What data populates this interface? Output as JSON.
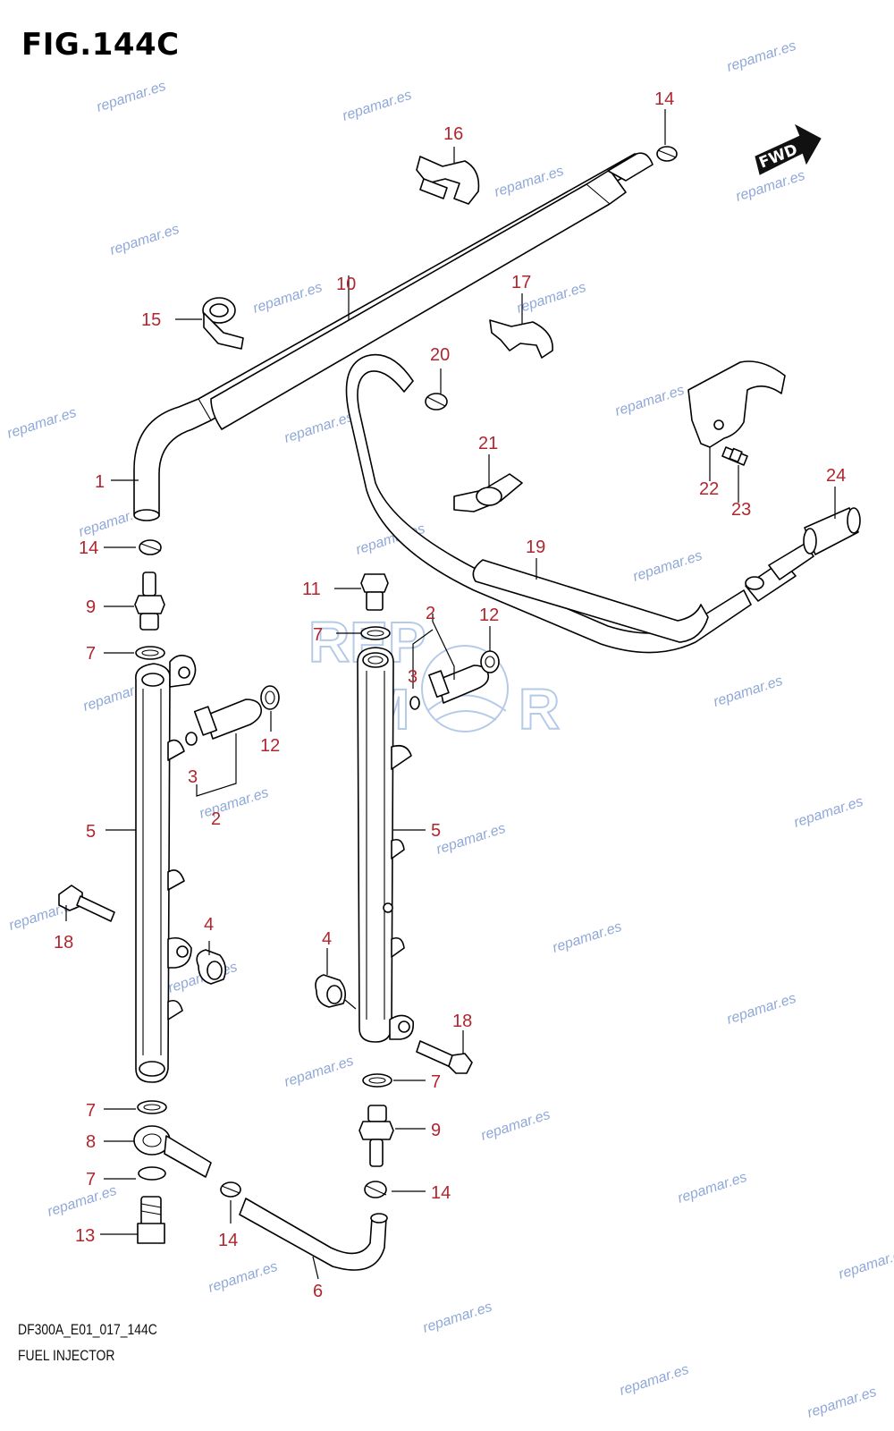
{
  "figure": {
    "title": "FIG.144C",
    "code": "DF300A_E01_017_144C",
    "name": "FUEL INJECTOR"
  },
  "watermark": {
    "text": "repamar.es",
    "logo_letters": "REPMAR",
    "color": "#7d9ad1"
  },
  "fwd_badge": "FWD",
  "labels": {
    "l1": "1",
    "l2a": "2",
    "l2b": "2",
    "l3a": "3",
    "l3b": "3",
    "l4a": "4",
    "l4b": "4",
    "l5a": "5",
    "l5b": "5",
    "l6": "6",
    "l7a": "7",
    "l7b": "7",
    "l7c": "7",
    "l7d": "7",
    "l7e": "7",
    "l8": "8",
    "l9a": "9",
    "l9b": "9",
    "l10": "10",
    "l11": "11",
    "l12a": "12",
    "l12b": "12",
    "l13": "13",
    "l14a": "14",
    "l14b": "14",
    "l14c": "14",
    "l14d": "14",
    "l15": "15",
    "l16": "16",
    "l17": "17",
    "l18a": "18",
    "l18b": "18",
    "l19": "19",
    "l20": "20",
    "l21": "21",
    "l22": "22",
    "l23": "23",
    "l24": "24"
  },
  "colors": {
    "label": "#b1262e",
    "line": "#000000"
  }
}
